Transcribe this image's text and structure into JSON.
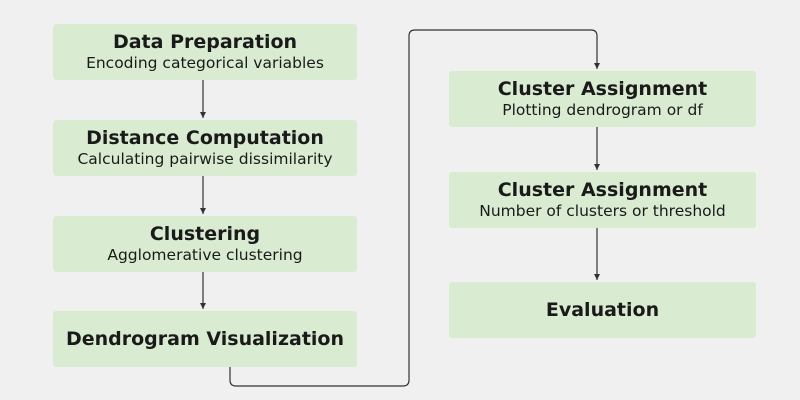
{
  "steps": [
    {
      "title": "Data Preparation",
      "subtitle": "Encoding categorical variables"
    },
    {
      "title": "Distance Computation",
      "subtitle": "Calculating pairwise dissimilarity"
    },
    {
      "title": "Clustering",
      "subtitle": "Agglomerative clustering"
    },
    {
      "title": "Dendrogram Visualization",
      "subtitle": ""
    },
    {
      "title": "Cluster Assignment",
      "subtitle": "Plotting dendrogram or df"
    },
    {
      "title": "Cluster Assignment",
      "subtitle": "Number of clusters or threshold"
    },
    {
      "title": "Evaluation",
      "subtitle": ""
    }
  ],
  "colors": {
    "background": "#f0f0f0",
    "box_fill": "#d9ecd2",
    "text": "#1a1a1a",
    "connector": "#333333"
  }
}
